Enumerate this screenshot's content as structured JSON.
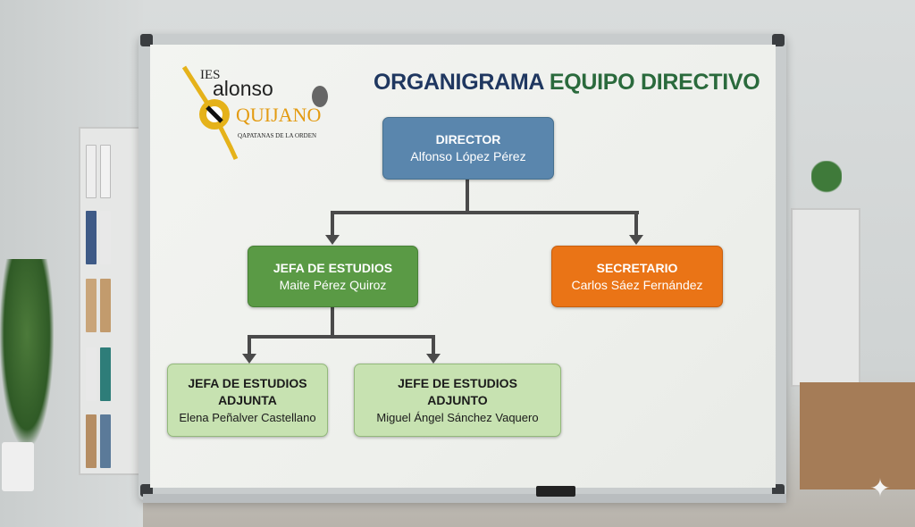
{
  "title": {
    "part1": "ORGANIGRAMA",
    "part2": "EQUIPO DIRECTIVO"
  },
  "logo": {
    "line1": "IES",
    "line2": "alonso",
    "line3": "QUIJANO",
    "tagline": "QAPATANAS DE LA ORDEN"
  },
  "nodes": {
    "director": {
      "role": "DIRECTOR",
      "name": "Alfonso López Pérez"
    },
    "jefa_estudios": {
      "role": "JEFA DE ESTUDIOS",
      "name": "Maite Pérez Quiroz"
    },
    "secretario": {
      "role": "SECRETARIO",
      "name": "Carlos Sáez Fernández"
    },
    "jefa_adjunta": {
      "role_line1": "JEFA DE ESTUDIOS",
      "role_line2": "ADJUNTA",
      "name": "Elena Peñalver Castellano"
    },
    "jefe_adjunto": {
      "role_line1": "JEFE DE ESTUDIOS",
      "role_line2": "ADJUNTO",
      "name": "Miguel Ángel Sánchez Vaquero"
    }
  },
  "colors": {
    "director": "#5a86ad",
    "jefa_estudios": "#5a9a45",
    "secretario": "#ea7416",
    "adjuntos": "#c7e2b1"
  }
}
